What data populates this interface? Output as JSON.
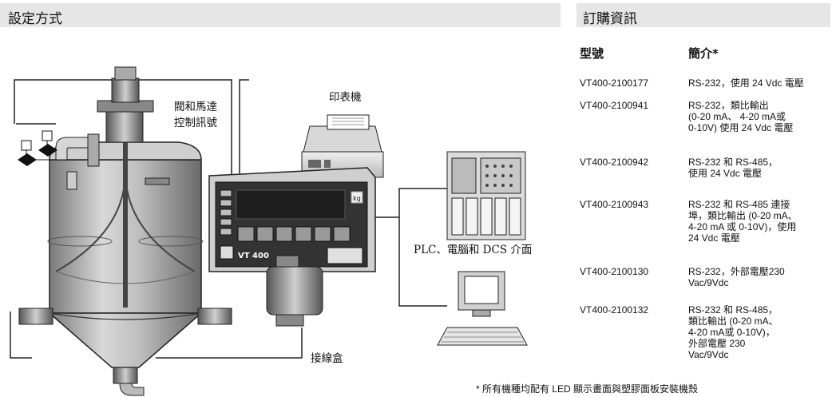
{
  "left_section": {
    "title": "設定方式"
  },
  "right_section": {
    "title": "訂購資訊"
  },
  "diagram": {
    "labels": {
      "valve_motor": "閥和馬達\n控制訊號",
      "printer": "印表機",
      "plc": "PLC、電腦和 DCS 介面",
      "junction_box": "接線盒"
    },
    "device_name": "VT 400",
    "unit_badge": "kg"
  },
  "ordering": {
    "column_model": "型號",
    "column_desc": "簡介*",
    "rows": [
      {
        "model": "VT400-2100177",
        "desc": "RS-232，使用 24 Vdc 電壓"
      },
      {
        "model": "VT400-2100941",
        "desc": "RS-232，類比輸出\n(0-20 mA、 4-20 mA或\n0-10V) 使用 24 Vdc 電壓"
      },
      {
        "model": "VT400-2100942",
        "desc": "RS-232 和 RS-485，\n使用 24 Vdc 電壓"
      },
      {
        "model": "VT400-2100943",
        "desc": "RS-232 和 RS-485 連接\n埠，類比輸出 (0-20 mA、\n4-20 mA 或 0-10V)，使用\n24 Vdc 電壓"
      },
      {
        "model": "VT400-2100130",
        "desc": "RS-232，外部電壓230\nVac/9Vdc"
      },
      {
        "model": "VT400-2100132",
        "desc": "RS-232 和 RS-485，\n類比輸出 (0-20 mA、\n4-20 mA或 0-10V)，\n外部電壓 230\nVac/9Vdc"
      }
    ],
    "footnote": "* 所有機種均配有 LED 顯示畫面與塑膠面板安裝機殼"
  }
}
